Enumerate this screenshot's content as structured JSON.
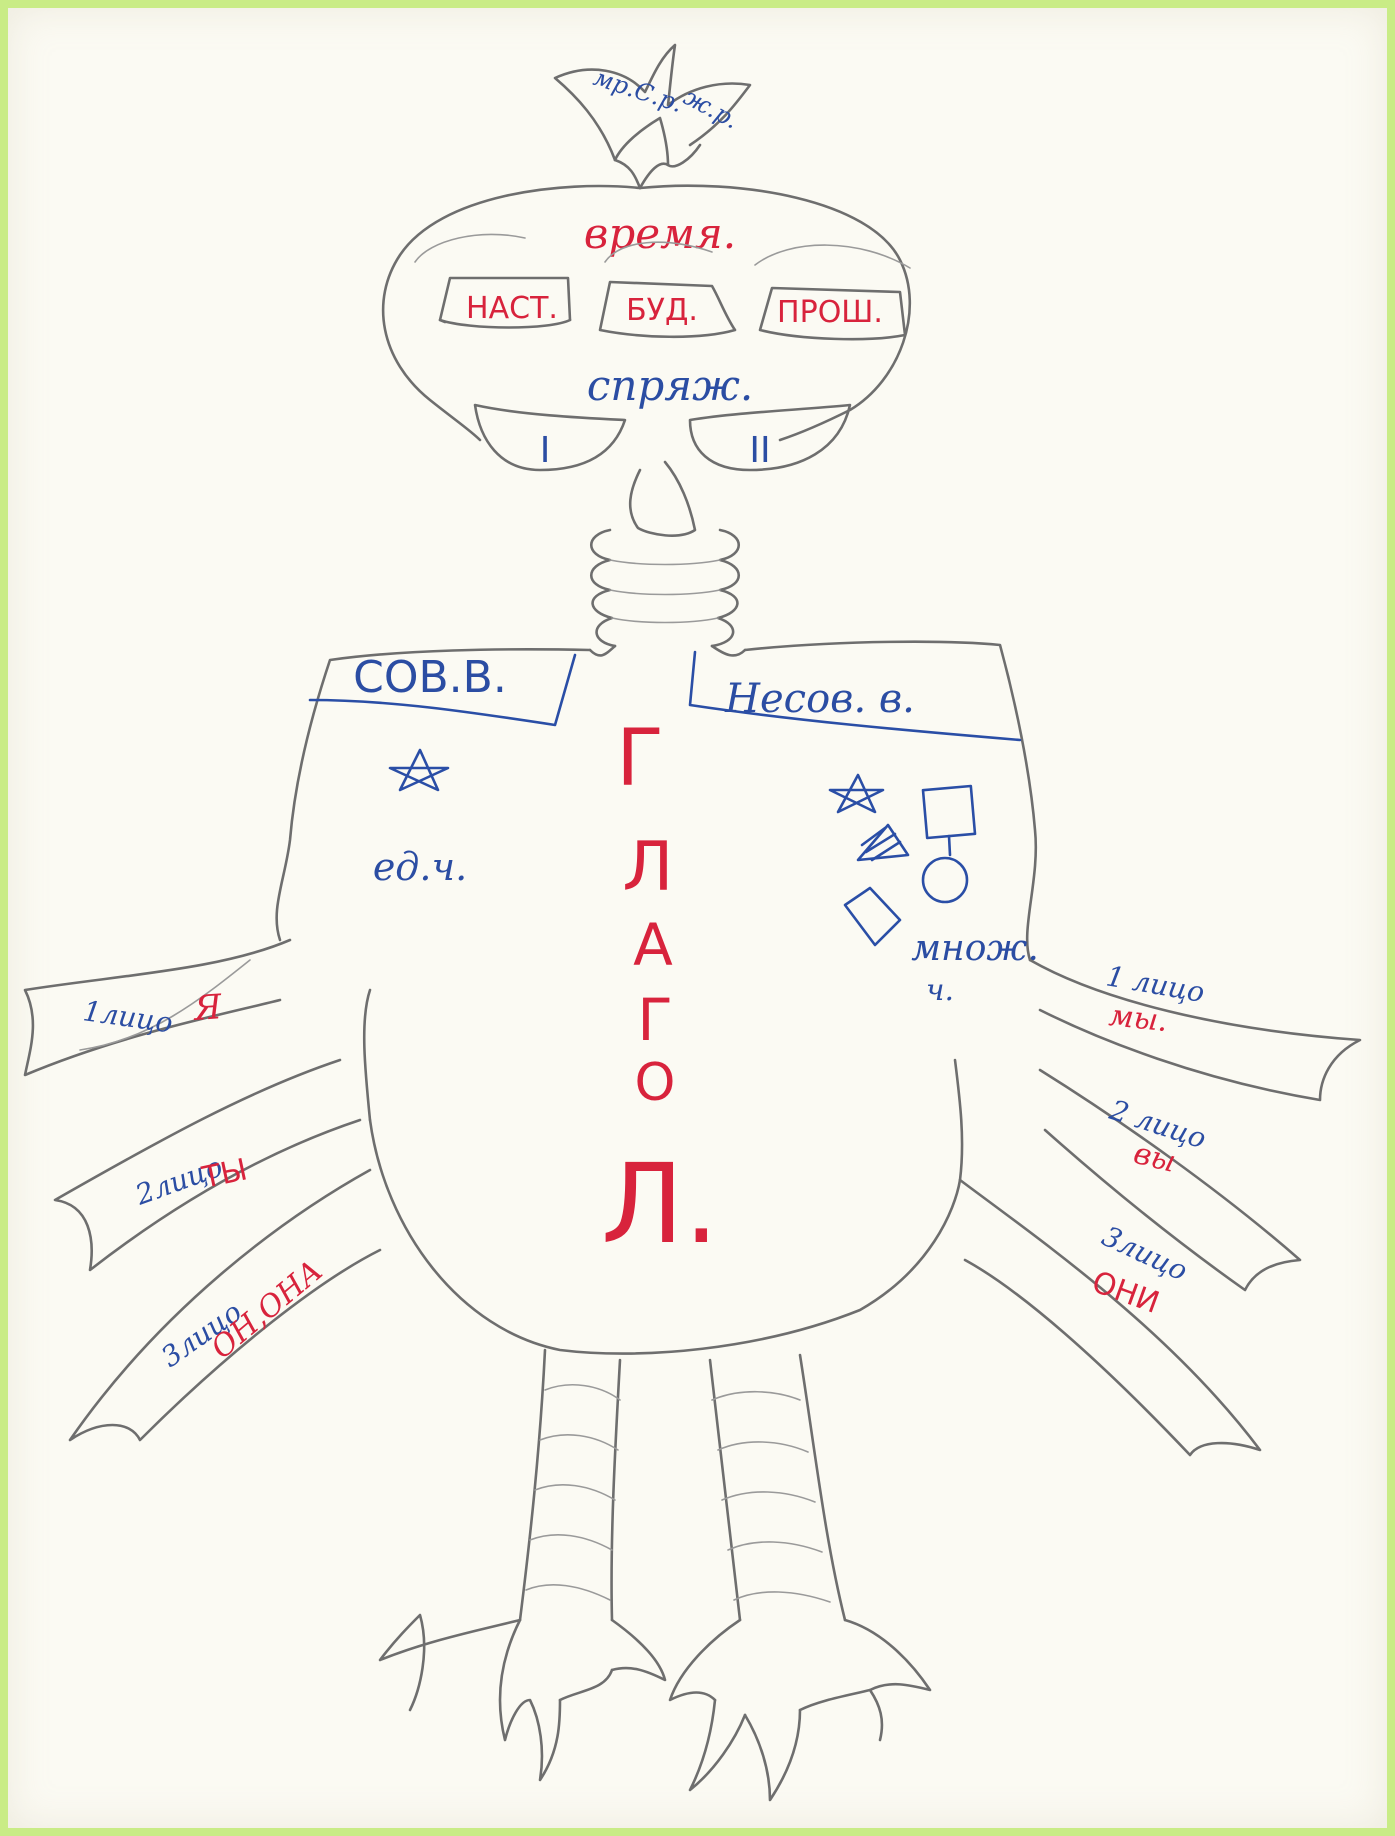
{
  "title_word": "ГЛАГОЛ",
  "title_letters": [
    "Г",
    "Л",
    "А",
    "Г",
    "О",
    "Л."
  ],
  "crest": {
    "left": "мр.С.р.",
    "right": "ж.р.",
    "color": "#2b4da3"
  },
  "tense": {
    "heading": "время.",
    "present": "НАСТ.",
    "future": "БУД.",
    "past": "ПРОШ."
  },
  "conjugation": {
    "heading": "спряж.",
    "first": "I",
    "second": "II"
  },
  "aspect": {
    "perfective": "СОВ.В.",
    "imperfective": "Несов. в."
  },
  "number": {
    "singular": "ед.ч.",
    "plural_line1": "множ.",
    "plural_line2": "ч."
  },
  "persons_singular": [
    {
      "person": "1лицо",
      "pronoun": "Я"
    },
    {
      "person": "2лицо",
      "pronoun": "ТЫ"
    },
    {
      "person": "3лицо",
      "pronoun": "ОН,ОНА"
    }
  ],
  "persons_plural": [
    {
      "person": "1 лицо",
      "pronoun": "мы."
    },
    {
      "person": "2 лицо",
      "pronoun": "вы"
    },
    {
      "person": "3лицо",
      "pronoun": "ОНИ"
    }
  ],
  "colors": {
    "blue_ink": "#2b4da3",
    "red_ink": "#d8233c",
    "pencil": "#6e6e6e",
    "frame": "#c9ec86",
    "paper": "#fbfaf3"
  }
}
